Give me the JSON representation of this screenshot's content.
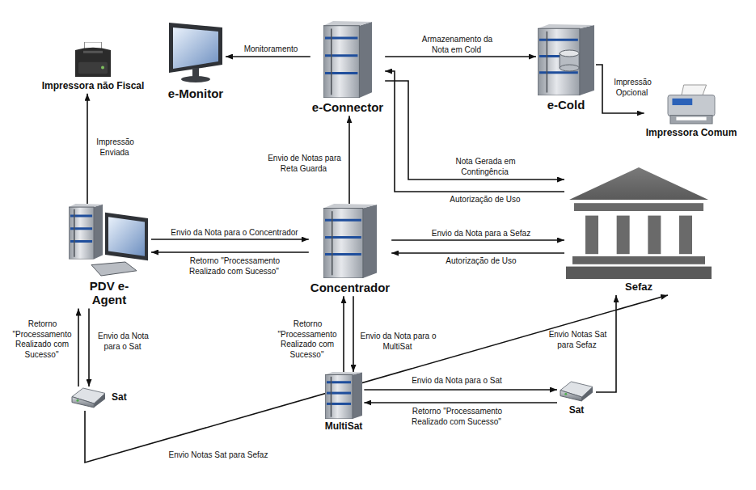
{
  "diagram": {
    "nodes": [
      {
        "text": [
          "Impressora não Fiscal"
        ]
      },
      {
        "text": [
          "e-Monitor"
        ]
      },
      {
        "text": [
          "e-Connector"
        ]
      },
      {
        "text": [
          "e-Cold"
        ]
      },
      {
        "text": [
          "Impressora Comum"
        ]
      },
      {
        "text": [
          "PDV e-Agent"
        ]
      },
      {
        "text": [
          "Concentrador"
        ]
      },
      {
        "text": [
          "Sefaz"
        ]
      },
      {
        "text": [
          "Sat"
        ]
      },
      {
        "text": [
          "MultiSat"
        ]
      },
      {
        "text": [
          "Sat"
        ]
      }
    ],
    "edges": [
      {
        "from": 2,
        "to": 1,
        "label": "Monitoramento",
        "arrow": "to"
      },
      {
        "from": 2,
        "to": 3,
        "label": "Armazenamento da Nota em Cold",
        "arrow": "to"
      },
      {
        "from": 3,
        "to": 4,
        "label": "Impressão Opcional",
        "arrow": "to"
      },
      {
        "from": 5,
        "to": 0,
        "label": "Impressão Enviada",
        "arrow": "to"
      },
      {
        "from": 2,
        "to": 7,
        "label": "Nota Gerada em Contingência",
        "arrow": "to"
      },
      {
        "from": 7,
        "to": 2,
        "label": "Autorização de Uso",
        "arrow": "to"
      },
      {
        "from": 6,
        "to": 2,
        "label": "Envio de Notas para Reta Guarda",
        "arrow": "to"
      },
      {
        "from": 5,
        "to": 6,
        "label": "Envio da Nota para o Concentrador",
        "arrow": "to"
      },
      {
        "from": 6,
        "to": 5,
        "label": "Retorno \"Processamento Realizado com Sucesso\"",
        "arrow": "to"
      },
      {
        "from": 6,
        "to": 7,
        "label": "Envio da Nota para a Sefaz",
        "arrow": "to"
      },
      {
        "from": 7,
        "to": 6,
        "label": "Autorização de Uso",
        "arrow": "to"
      },
      {
        "from": 5,
        "to": 8,
        "label": "Envio da Nota para o Sat",
        "arrow": "to"
      },
      {
        "from": 8,
        "to": 5,
        "label": "Retorno \"Processamento Realizado com Sucesso\"",
        "arrow": "to"
      },
      {
        "from": 6,
        "to": 9,
        "label": "Envio da Nota para o MultiSat",
        "arrow": "to"
      },
      {
        "from": 9,
        "to": 6,
        "label": "Retorno \"Processamento Realizado com Sucesso\"",
        "arrow": "to"
      },
      {
        "from": 9,
        "to": 10,
        "label": "Envio da Nota para o Sat",
        "arrow": "to"
      },
      {
        "from": 10,
        "to": 9,
        "label": "Retorno \"Processamento Realizado com Sucesso\"",
        "arrow": "to"
      },
      {
        "from": 10,
        "to": 7,
        "label": "Envio Notas Sat para Sefaz",
        "arrow": "to"
      },
      {
        "from": 8,
        "to": 7,
        "label": "Envio Notas Sat para Sefaz",
        "arrow": "to"
      }
    ]
  }
}
